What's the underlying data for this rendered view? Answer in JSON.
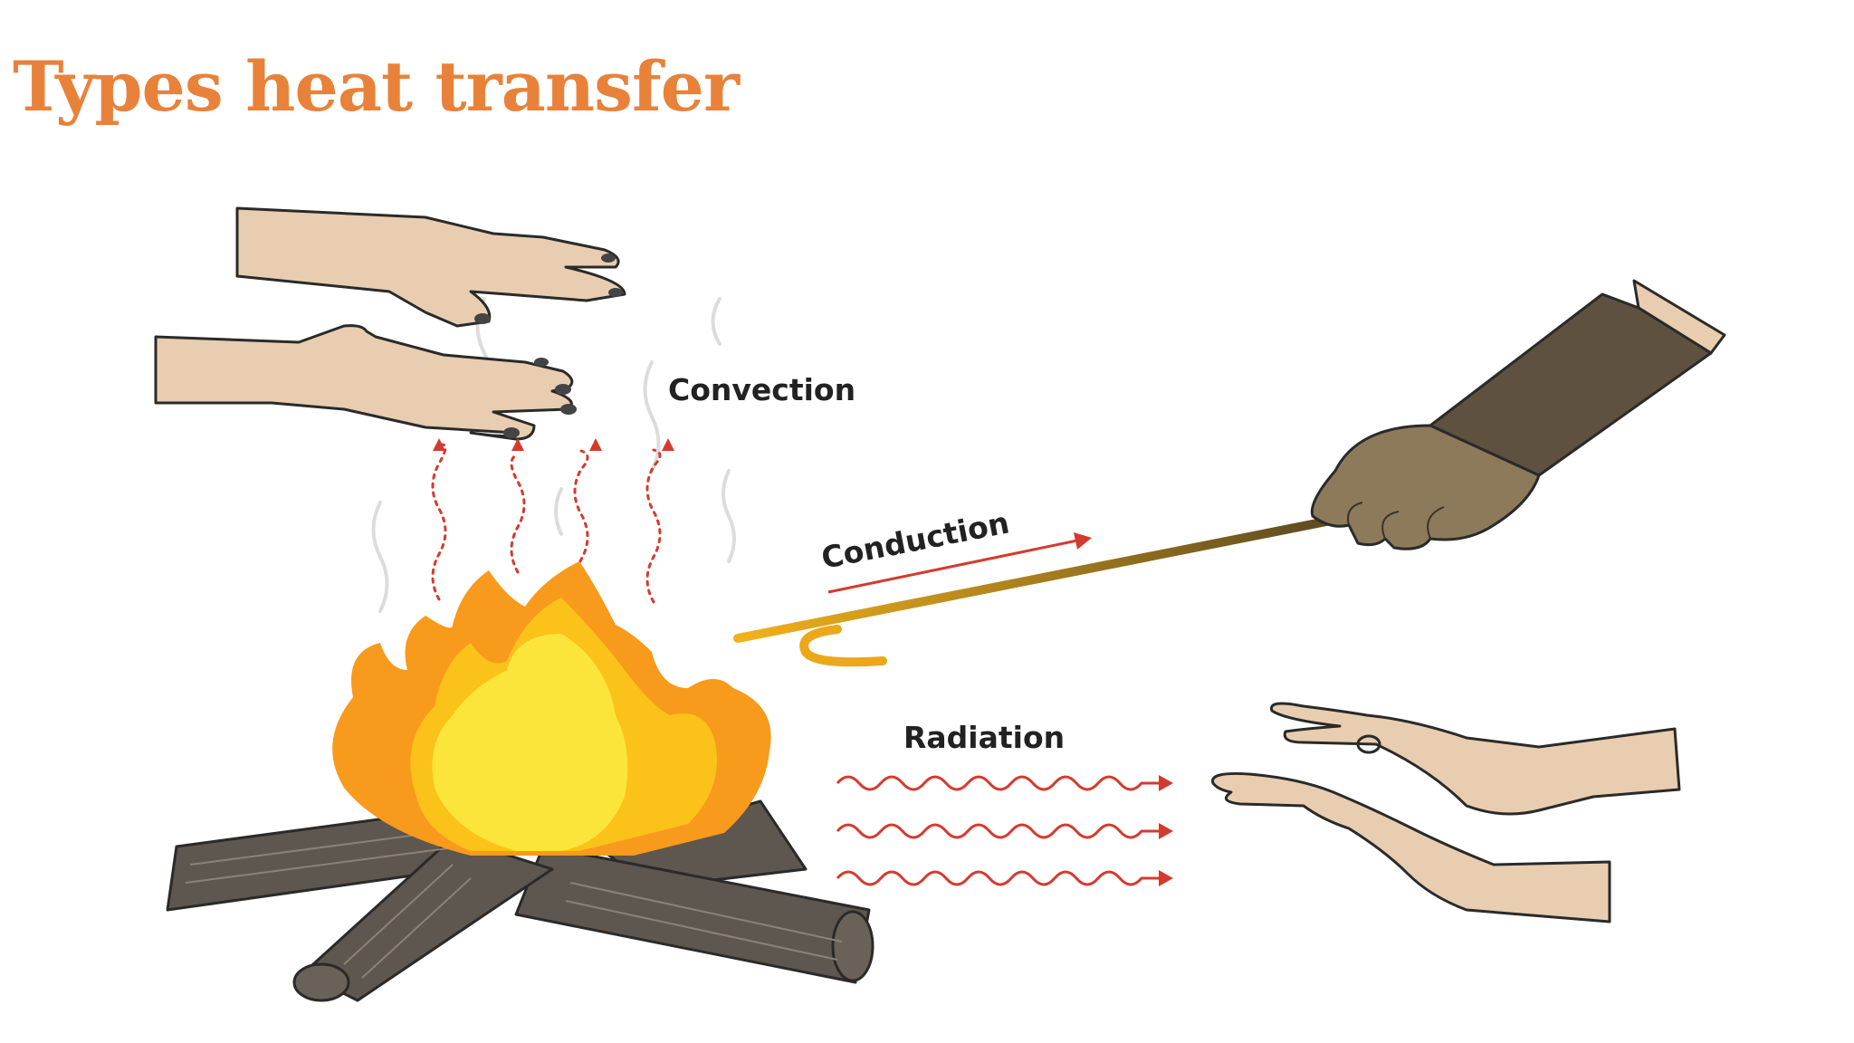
{
  "slide": {
    "title": "Types heat transfer"
  },
  "labels": {
    "convection": "Convection",
    "conduction": "Conduction",
    "radiation": "Radiation"
  },
  "colors": {
    "title": "#E8823A",
    "arrow": "#D43B2E",
    "skin": "#E8CDB0",
    "skin_outline": "#2A2A2A",
    "flame_outer": "#F89A1C",
    "flame_mid": "#FBC21A",
    "flame_inner": "#FCE53A",
    "wood": "#5E574F",
    "wood_dark": "#3E3934",
    "glove": "#8C7A5A",
    "sleeve": "#5E5140",
    "sleeve_cuff": "#E8CDB0",
    "rod_start": "#F4B21A",
    "rod_end": "#5C4A20",
    "smoke": "#DCDCDC"
  }
}
